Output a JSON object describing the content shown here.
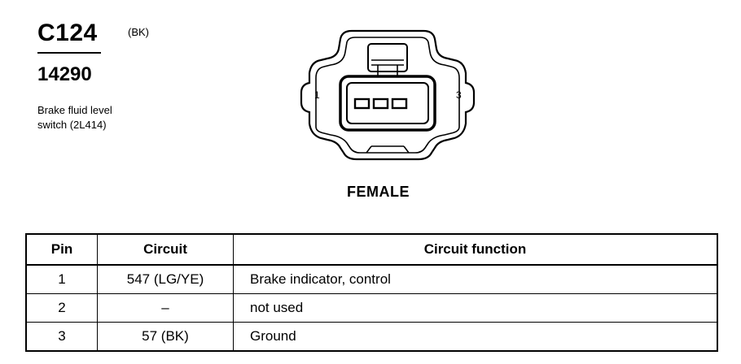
{
  "connector": {
    "id": "C124",
    "color_code": "(BK)",
    "part_number": "14290",
    "description_lines": [
      "Brake fluid level",
      "switch (2L414)"
    ],
    "gender": "FEMALE",
    "pin_labels": {
      "left": "1",
      "right": "3"
    }
  },
  "table": {
    "headers": {
      "pin": "Pin",
      "circuit": "Circuit",
      "function": "Circuit function"
    },
    "rows": [
      {
        "pin": "1",
        "circuit": "547 (LG/YE)",
        "function": "Brake indicator, control"
      },
      {
        "pin": "2",
        "circuit": "–",
        "function": "not used"
      },
      {
        "pin": "3",
        "circuit": "57 (BK)",
        "function": "Ground"
      }
    ]
  }
}
